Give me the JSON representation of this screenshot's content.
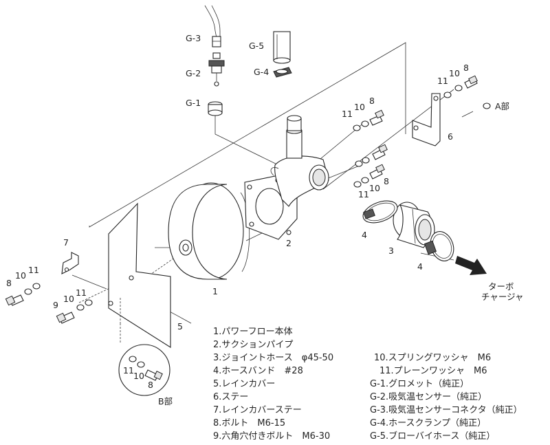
{
  "callouts": {
    "g3": "G-3",
    "g2": "G-2",
    "g1": "G-1",
    "g5": "G-5",
    "g4": "G-4",
    "n1": "1",
    "n2": "2",
    "n3": "3",
    "n4a": "4",
    "n4b": "4",
    "n5": "5",
    "n6": "6",
    "n7": "7",
    "n8_top_right": "8",
    "n10_top_right": "10",
    "n11_top_right": "11",
    "n8_upper": "8",
    "n10_upper": "10",
    "n11_upper": "11",
    "n8_mid": "8",
    "n10_mid": "10",
    "n11_mid": "11",
    "n8_left": "8",
    "n10_left": "10",
    "n11_left": "11",
    "n9": "9",
    "n10_bolt": "10",
    "n11_bolt": "11",
    "n11_b": "11",
    "n10_b": "10",
    "n8_b": "8",
    "a_part": "A部",
    "b_part": "B部",
    "turbo_line1": "ターボ",
    "turbo_line2": "チャージャ"
  },
  "parts_list_left": [
    "1.パワーフロー本体",
    "2.サクションパイプ",
    "3.ジョイントホース　φ45-50",
    "4.ホースバンド　#28",
    "5.レインカバー",
    "6.ステー",
    "7.レインカバーステー",
    "8.ボルト　M6-15",
    "9.六角穴付きボルト　M6-30"
  ],
  "parts_list_right": [
    "10.スプリングワッシャ　M6",
    "11.プレーンワッシャ　M6",
    "G-1.グロメット（純正）",
    "G-2.吸気温センサー（純正）",
    "G-3.吸気温センサーコネクタ（純正）",
    "G-4.ホースクランプ（純正）",
    "G-5.ブローバイホース（純正）"
  ]
}
